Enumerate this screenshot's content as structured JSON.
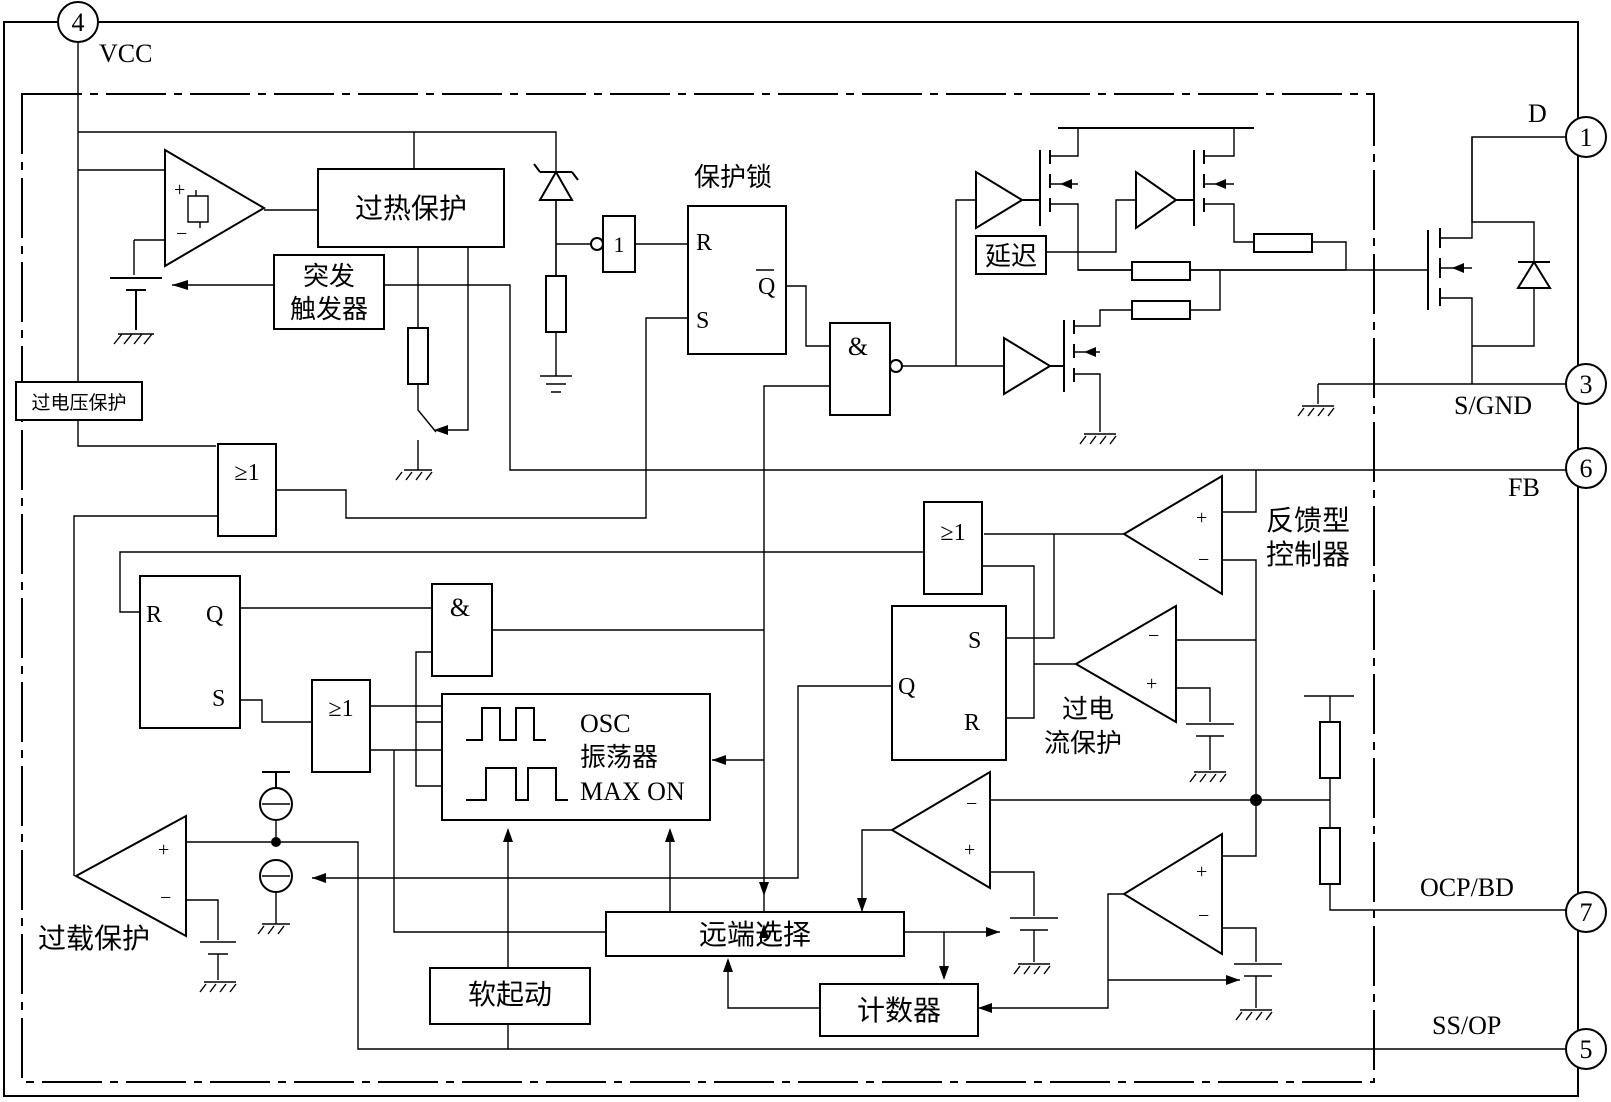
{
  "pins": [
    {
      "num": "1",
      "label": "D"
    },
    {
      "num": "3",
      "label": "S/GND"
    },
    {
      "num": "4",
      "label": "VCC"
    },
    {
      "num": "6",
      "label": "FB"
    },
    {
      "num": "7",
      "label": "OCP/BD"
    },
    {
      "num": "5",
      "label": "SS/OP"
    }
  ],
  "blocks": {
    "overheat": "过热保护",
    "trigger_l1": "突发",
    "trigger_l2": "触发器",
    "overvoltage": "过电压保护",
    "latch_title": "保护锁",
    "delay": "延迟",
    "fb_ctrl_l1": "反馈型",
    "fb_ctrl_l2": "控制器",
    "ocp_l1": "过电",
    "ocp_l2": "流保护",
    "osc": "OSC",
    "osc_cn": "振荡器",
    "maxon": "MAX ON",
    "remote": "远端选择",
    "softstart": "软起动",
    "counter": "计数器",
    "overload": "过载保护"
  },
  "symbols": {
    "R": "R",
    "S": "S",
    "Q": "Q",
    "Qbar": "Q",
    "and": "&",
    "or": "≥1",
    "inv": "1",
    "plus": "+",
    "minus": "−"
  }
}
